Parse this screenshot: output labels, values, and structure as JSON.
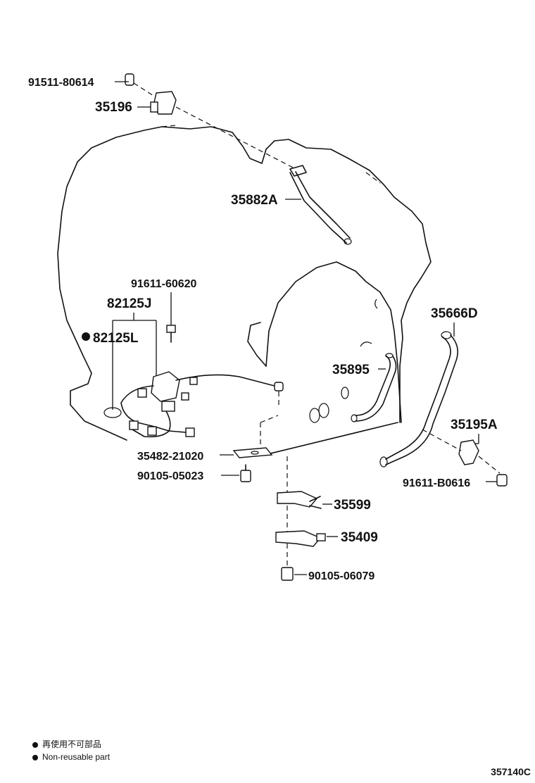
{
  "parts": [
    {
      "id": "p1",
      "label": "91511-80614"
    },
    {
      "id": "p2",
      "label": "35196"
    },
    {
      "id": "p3",
      "label": "35882A"
    },
    {
      "id": "p4",
      "label": "91611-60620"
    },
    {
      "id": "p5",
      "label": "82125J"
    },
    {
      "id": "p6",
      "label": "82125L",
      "non_reusable": true
    },
    {
      "id": "p7",
      "label": "35666D"
    },
    {
      "id": "p8",
      "label": "35895"
    },
    {
      "id": "p9",
      "label": "35195A"
    },
    {
      "id": "p10",
      "label": "35482-21020"
    },
    {
      "id": "p11",
      "label": "90105-05023"
    },
    {
      "id": "p12",
      "label": "91611-B0616"
    },
    {
      "id": "p13",
      "label": "35599"
    },
    {
      "id": "p14",
      "label": "35409"
    },
    {
      "id": "p15",
      "label": "90105-06079"
    }
  ],
  "legend": {
    "symbol": "●",
    "line_ja": "再使用不可部品",
    "line_en": "Non-reusable part"
  },
  "reference_code": "357140C"
}
